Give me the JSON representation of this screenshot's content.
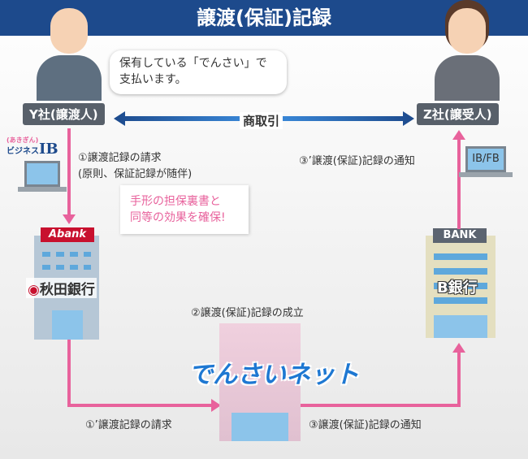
{
  "title": "譲渡(保証)記録",
  "bubble": [
    "保有している「でんさい」で",
    "支払います。"
  ],
  "parties": {
    "left": "Y社(譲渡人)",
    "right": "Z社(譲受人)",
    "trade": "商取引"
  },
  "left_ib": {
    "small": "(あきぎん)",
    "name": "ビジネス",
    "ib": "IB"
  },
  "step1": [
    "①譲渡記録の請求",
    "(原則、保証記録が随伴)"
  ],
  "note": [
    "手形の担保裏書と",
    "同等の効果を確保!"
  ],
  "bank_a": {
    "sign": "Abank",
    "name": "秋田銀行"
  },
  "bank_b": {
    "sign": "BANK",
    "name": "B銀行"
  },
  "right_ib": "IB/FB",
  "step3p": "③’譲渡(保証)記録の通知",
  "step2": "②譲渡(保証)記録の成立",
  "densai": "でんさいネット",
  "step1p": "①’譲渡記録の請求",
  "step3": "③譲渡(保証)記録の通知",
  "colors": {
    "title": "#1d4a8c",
    "arrow": "#e8629c",
    "note": "#e8629c"
  }
}
